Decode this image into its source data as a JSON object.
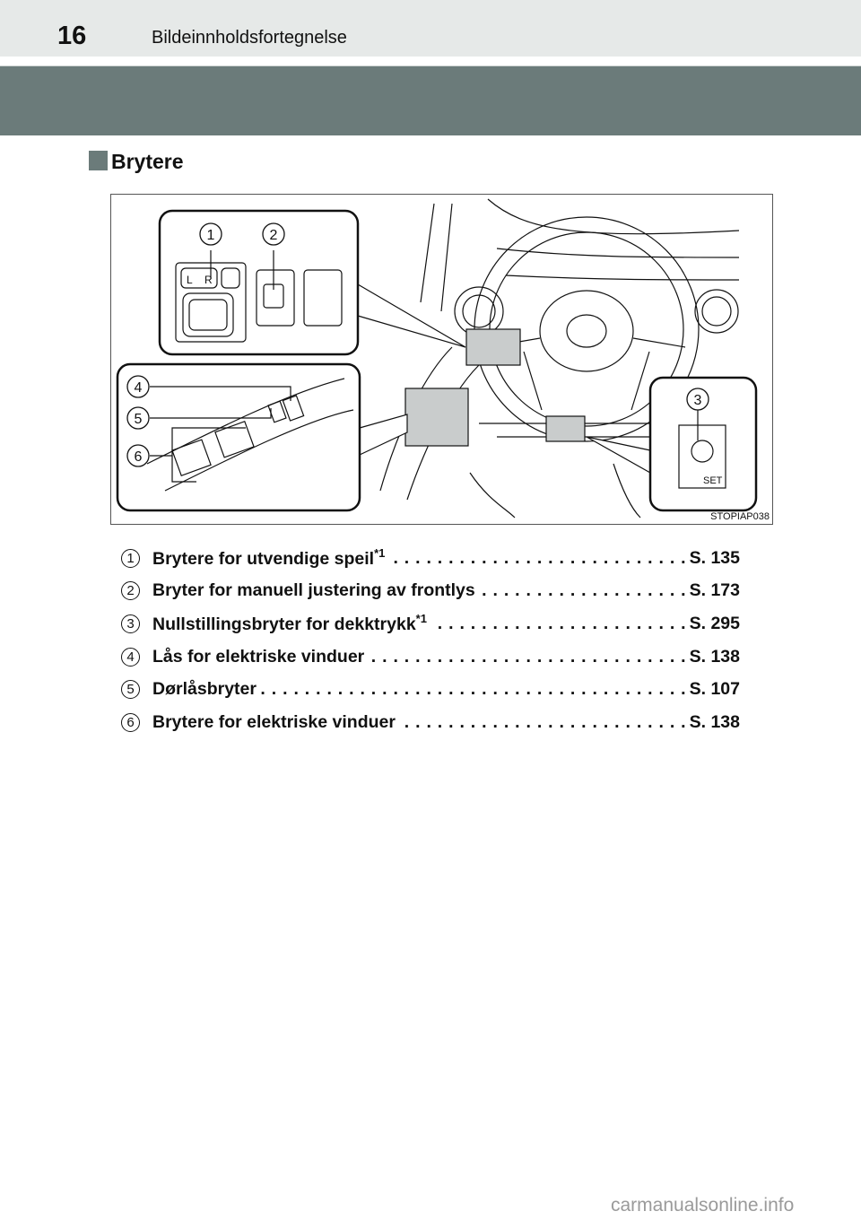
{
  "header": {
    "page_number": "16",
    "title": "Bildeinnholdsfortegnelse"
  },
  "section": {
    "heading": "Brytere"
  },
  "figure": {
    "id": "STOPIAP038",
    "callouts": [
      "1",
      "2",
      "3",
      "4",
      "5",
      "6"
    ],
    "mirror_labels": {
      "left": "L",
      "right": "R"
    },
    "tpms_label": "SET"
  },
  "items": [
    {
      "num": "1",
      "label": "Brytere for utvendige speil",
      "note": "*1",
      "page": "S. 135"
    },
    {
      "num": "2",
      "label": "Bryter for manuell justering av frontlys",
      "note": "",
      "page": "S. 173"
    },
    {
      "num": "3",
      "label": "Nullstillingsbryter for dekktrykk",
      "note": "*1",
      "page": "S. 295"
    },
    {
      "num": "4",
      "label": "Lås for elektriske vinduer",
      "note": "",
      "page": "S. 138"
    },
    {
      "num": "5",
      "label": "Dørlåsbryter",
      "note": "",
      "page": "S. 107"
    },
    {
      "num": "6",
      "label": "Brytere for elektriske vinduer",
      "note": "",
      "page": "S. 138"
    }
  ],
  "watermark": "carmanualsonline.info",
  "colors": {
    "header_bg": "#e6e9e8",
    "band": "#6b7b7a"
  }
}
